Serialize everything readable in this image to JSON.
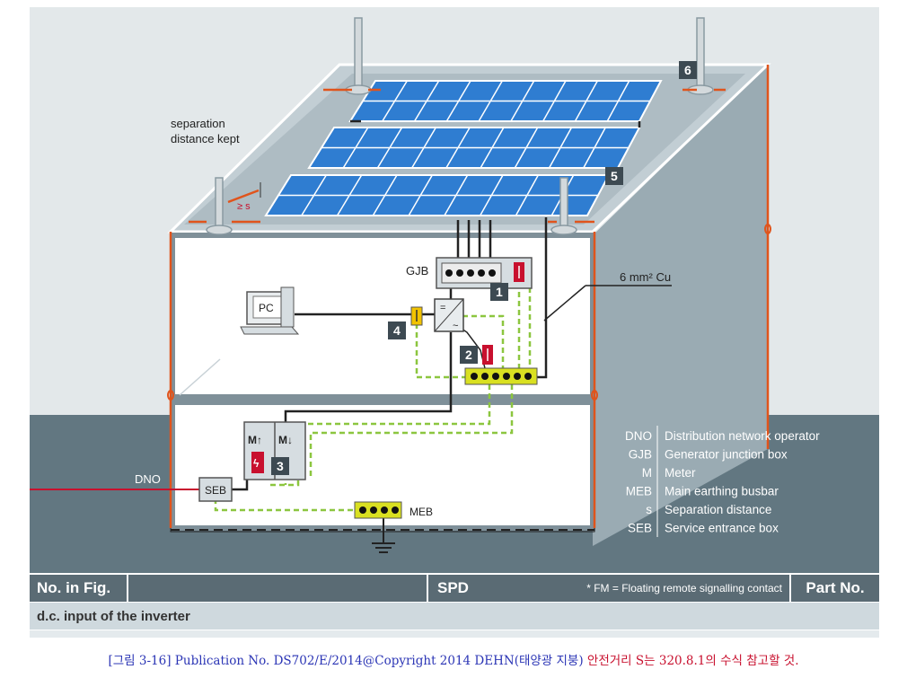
{
  "diagram": {
    "labels": {
      "separation": "separation",
      "distance_kept": "distance kept",
      "ge_s": "≥ s",
      "gjb": "GJB",
      "pc": "PC",
      "cu": "6 mm² Cu",
      "dno": "DNO",
      "seb": "SEB",
      "meb": "MEB",
      "meter_up": "M↑",
      "meter_down": "M↓"
    },
    "numbers": [
      "1",
      "2",
      "3",
      "4",
      "5",
      "6"
    ],
    "legend": [
      {
        "abbr": "DNO",
        "text": "Distribution network operator"
      },
      {
        "abbr": "GJB",
        "text": "Generator junction box"
      },
      {
        "abbr": "M",
        "text": "Meter"
      },
      {
        "abbr": "MEB",
        "text": "Main earthing busbar"
      },
      {
        "abbr": "s",
        "text": "Separation distance"
      },
      {
        "abbr": "SEB",
        "text": "Service entrance box"
      }
    ],
    "colors": {
      "sky": "#e3e8ea",
      "ground": "#627781",
      "roof": "#b9c6cc",
      "panel": "#2f7dd1",
      "green": "#8cc63f",
      "red": "#c8102e",
      "yellow": "#f2c300"
    }
  },
  "table": {
    "col1": "No. in Fig.",
    "col3": "SPD",
    "note": "* FM = Floating remote signalling contact",
    "col4": "Part No.",
    "row1": "d.c. input of the inverter"
  },
  "caption": {
    "blue1": "[그림 3-16] Publication No. DS702/E/2014@Copyright 2014 DEHN(태양광 지붕) ",
    "red": "안전거리 S는 320.8.1의 수식 참고할 것."
  }
}
